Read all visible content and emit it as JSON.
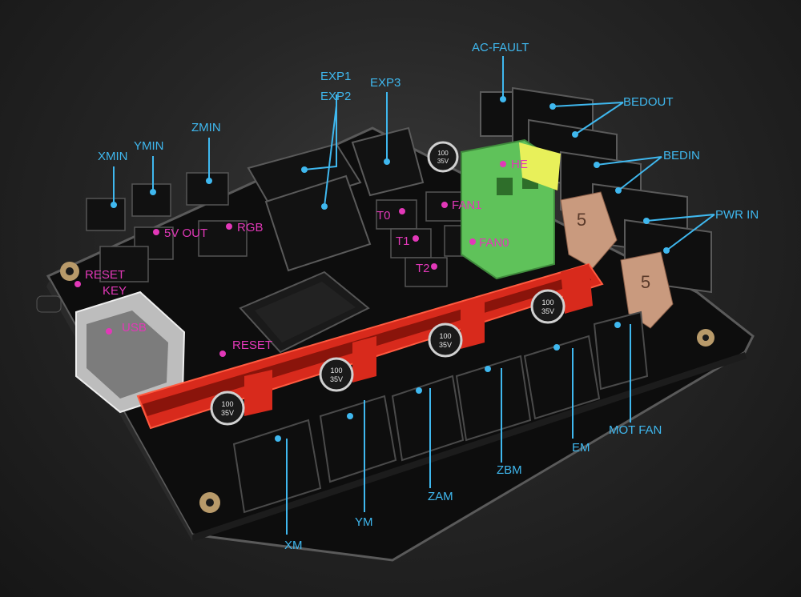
{
  "colors": {
    "callout_blue": "#3fb8ef",
    "callout_pink": "#e238b8",
    "board_black": "#121212",
    "header_red": "#d82a1c",
    "terminal_green": "#5fc25a",
    "fuse_tan": "#c99a7e",
    "fuse_yellow": "#e8f05a"
  },
  "labels": {
    "ac_fault": "AC-FAULT",
    "bedout": "BEDOUT",
    "bedin": "BEDIN",
    "pwr_in": "PWR IN",
    "exp1": "EXP1",
    "exp2": "EXP2",
    "exp3": "EXP3",
    "zmin": "ZMIN",
    "ymin": "YMIN",
    "xmin": "XMIN",
    "he": "HE",
    "fan1": "FAN1",
    "fan0": "FAN0",
    "t0": "T0",
    "t1": "T1",
    "t2": "T2",
    "five_v_out": "5V OUT",
    "rgb": "RGB",
    "reset": "RESET",
    "key": "KEY",
    "usb": "USB",
    "reset2": "RESET",
    "xm": "XM",
    "ym": "YM",
    "zam": "ZAM",
    "zbm": "ZBM",
    "em": "EM",
    "mot_fan": "MOT FAN"
  },
  "component_text": {
    "fuse_value": "5",
    "cap_value": "100",
    "cap_voltage": "35V"
  }
}
